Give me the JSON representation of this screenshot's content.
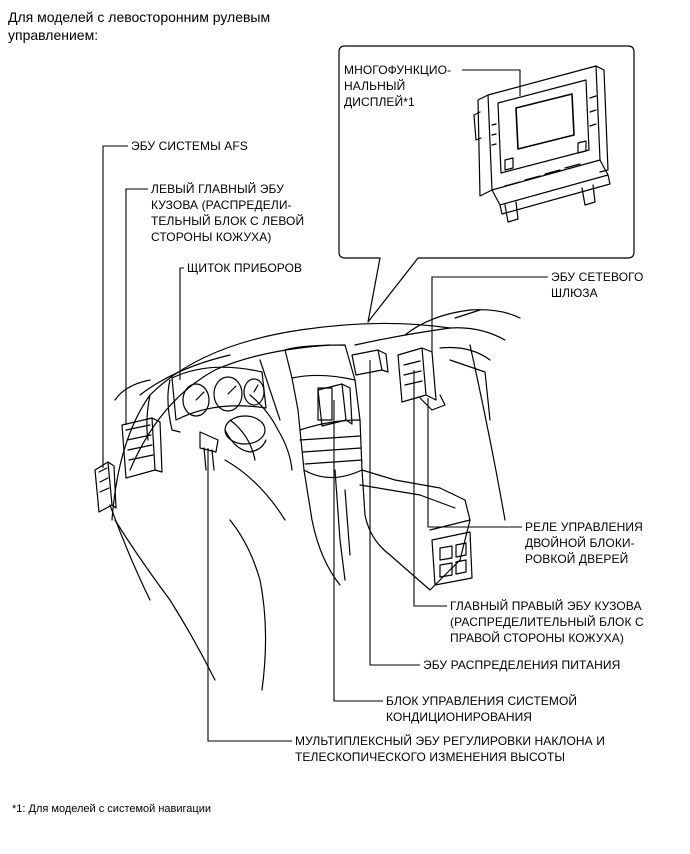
{
  "heading": "Для моделей с левосторонним рулевым\nуправлением:",
  "labels": {
    "multi_display": "МНОГОФУНКЦИО-\nНАЛЬНЫЙ\nДИСПЛЕЙ*1",
    "afs_ecu": "ЭБУ СИСТЕМЫ AFS",
    "left_body_ecu": "ЛЕВЫЙ ГЛАВНЫЙ ЭБУ\nКУЗОВА (РАСПРЕДЕЛИ-\nТЕЛЬНЫЙ БЛОК С ЛЕВОЙ\nСТОРОНЫ КОЖУХА)",
    "instrument_cluster": "ЩИТОК ПРИБОРОВ",
    "gateway_ecu": "ЭБУ СЕТЕВОГО\nШЛЮЗА",
    "double_lock_relay": "РЕЛЕ УПРАВЛЕНИЯ\nДВОЙНОЙ БЛОКИ-\nРОВКОЙ ДВЕРЕЙ",
    "right_body_ecu": "ГЛАВНЫЙ ПРАВЫЙ ЭБУ КУЗОВА\n(РАСПРЕДЕЛИТЕЛЬНЫЙ БЛОК С\nПРАВОЙ СТОРОНЫ КОЖУХА)",
    "power_dist_ecu": "ЭБУ РАСПРЕДЕЛЕНИЯ ПИТАНИЯ",
    "ac_control": "БЛОК УПРАВЛЕНИЯ СИСТЕМОЙ\nКОНДИЦИОНИРОВАНИЯ",
    "tilt_telescopic_ecu": "МУЛЬТИПЛЕКСНЫЙ ЭБУ РЕГУЛИРОВКИ НАКЛОНА И\nТЕЛЕСКОПИЧЕСКОГО ИЗМЕНЕНИЯ ВЫСОТЫ"
  },
  "footnote": "*1: Для моделей с системой навигации"
}
